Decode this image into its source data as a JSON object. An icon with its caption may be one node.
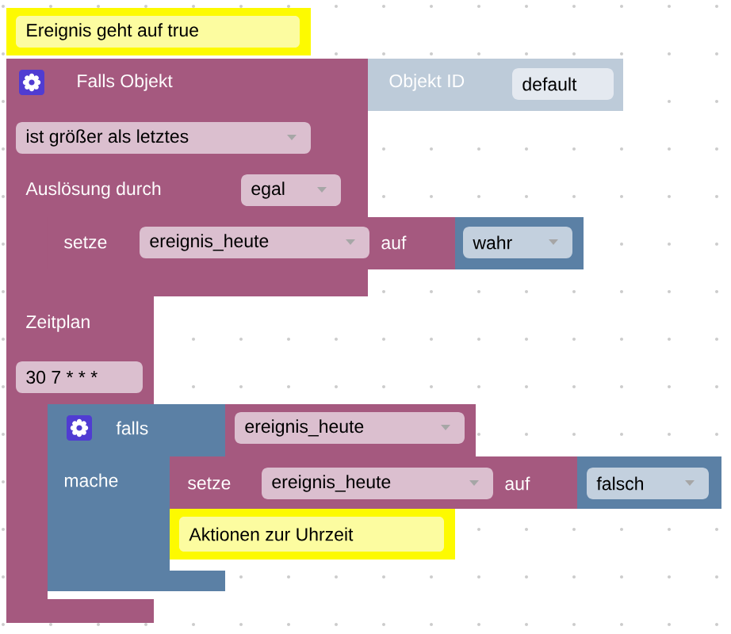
{
  "diagram": {
    "nodes": [
      {
        "text": [
          "Ereignis geht auf true"
        ]
      },
      {
        "text": [
          "Falls Objekt",
          "Auslösung durch"
        ]
      },
      {
        "text": [
          "ist größer als letztes"
        ],
        "in": 1
      },
      {
        "text": [
          "egal"
        ],
        "in": 1
      },
      {
        "text": [
          "Objekt ID"
        ]
      },
      {
        "text": [
          "default"
        ],
        "in": 4
      },
      {
        "text": [
          "setze",
          "auf"
        ]
      },
      {
        "text": [
          "ereignis_heute"
        ],
        "in": 6
      },
      {
        "text": [],
        "shape": "box"
      },
      {
        "text": [
          "wahr"
        ],
        "in": 8
      },
      {
        "text": [
          "Zeitplan"
        ]
      },
      {
        "text": [
          "30 7 * * *"
        ],
        "in": 10
      },
      {
        "text": [
          "falls",
          "mache"
        ]
      },
      {
        "text": [],
        "shape": "box"
      },
      {
        "text": [
          "ereignis_heute"
        ],
        "in": 13
      },
      {
        "text": [
          "setze",
          "auf"
        ]
      },
      {
        "text": [
          "ereignis_heute"
        ],
        "in": 15
      },
      {
        "text": [],
        "shape": "box"
      },
      {
        "text": [
          "falsch"
        ],
        "in": 17
      },
      {
        "text": [
          "Aktionen zur Uhrzeit"
        ]
      }
    ]
  }
}
